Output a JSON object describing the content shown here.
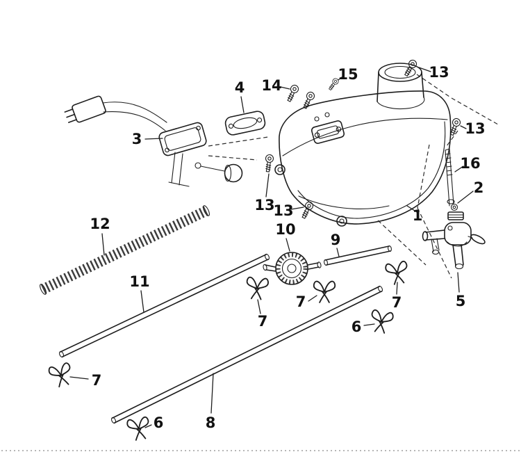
{
  "diagram": {
    "background": "#ffffff",
    "line_color": "#1d1d1d"
  },
  "labels": {
    "p1": "1",
    "p2": "2",
    "p3": "3",
    "p4": "4",
    "p5": "5",
    "p6": "6",
    "p7": "7",
    "p8": "8",
    "p9": "9",
    "p10": "10",
    "p11": "11",
    "p12": "12",
    "p13": "13",
    "p14": "14",
    "p15": "15",
    "p16": "16"
  }
}
